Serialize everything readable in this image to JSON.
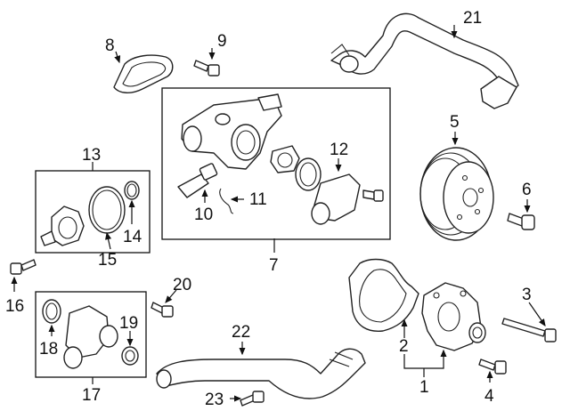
{
  "diagram": {
    "callouts": {
      "n1": "1",
      "n2": "2",
      "n3": "3",
      "n4": "4",
      "n5": "5",
      "n6": "6",
      "n7": "7",
      "n8": "8",
      "n9": "9",
      "n10": "10",
      "n11": "11",
      "n12": "12",
      "n13": "13",
      "n14": "14",
      "n15": "15",
      "n16": "16",
      "n17": "17",
      "n18": "18",
      "n19": "19",
      "n20": "20",
      "n21": "21",
      "n22": "22",
      "n23": "23"
    }
  }
}
